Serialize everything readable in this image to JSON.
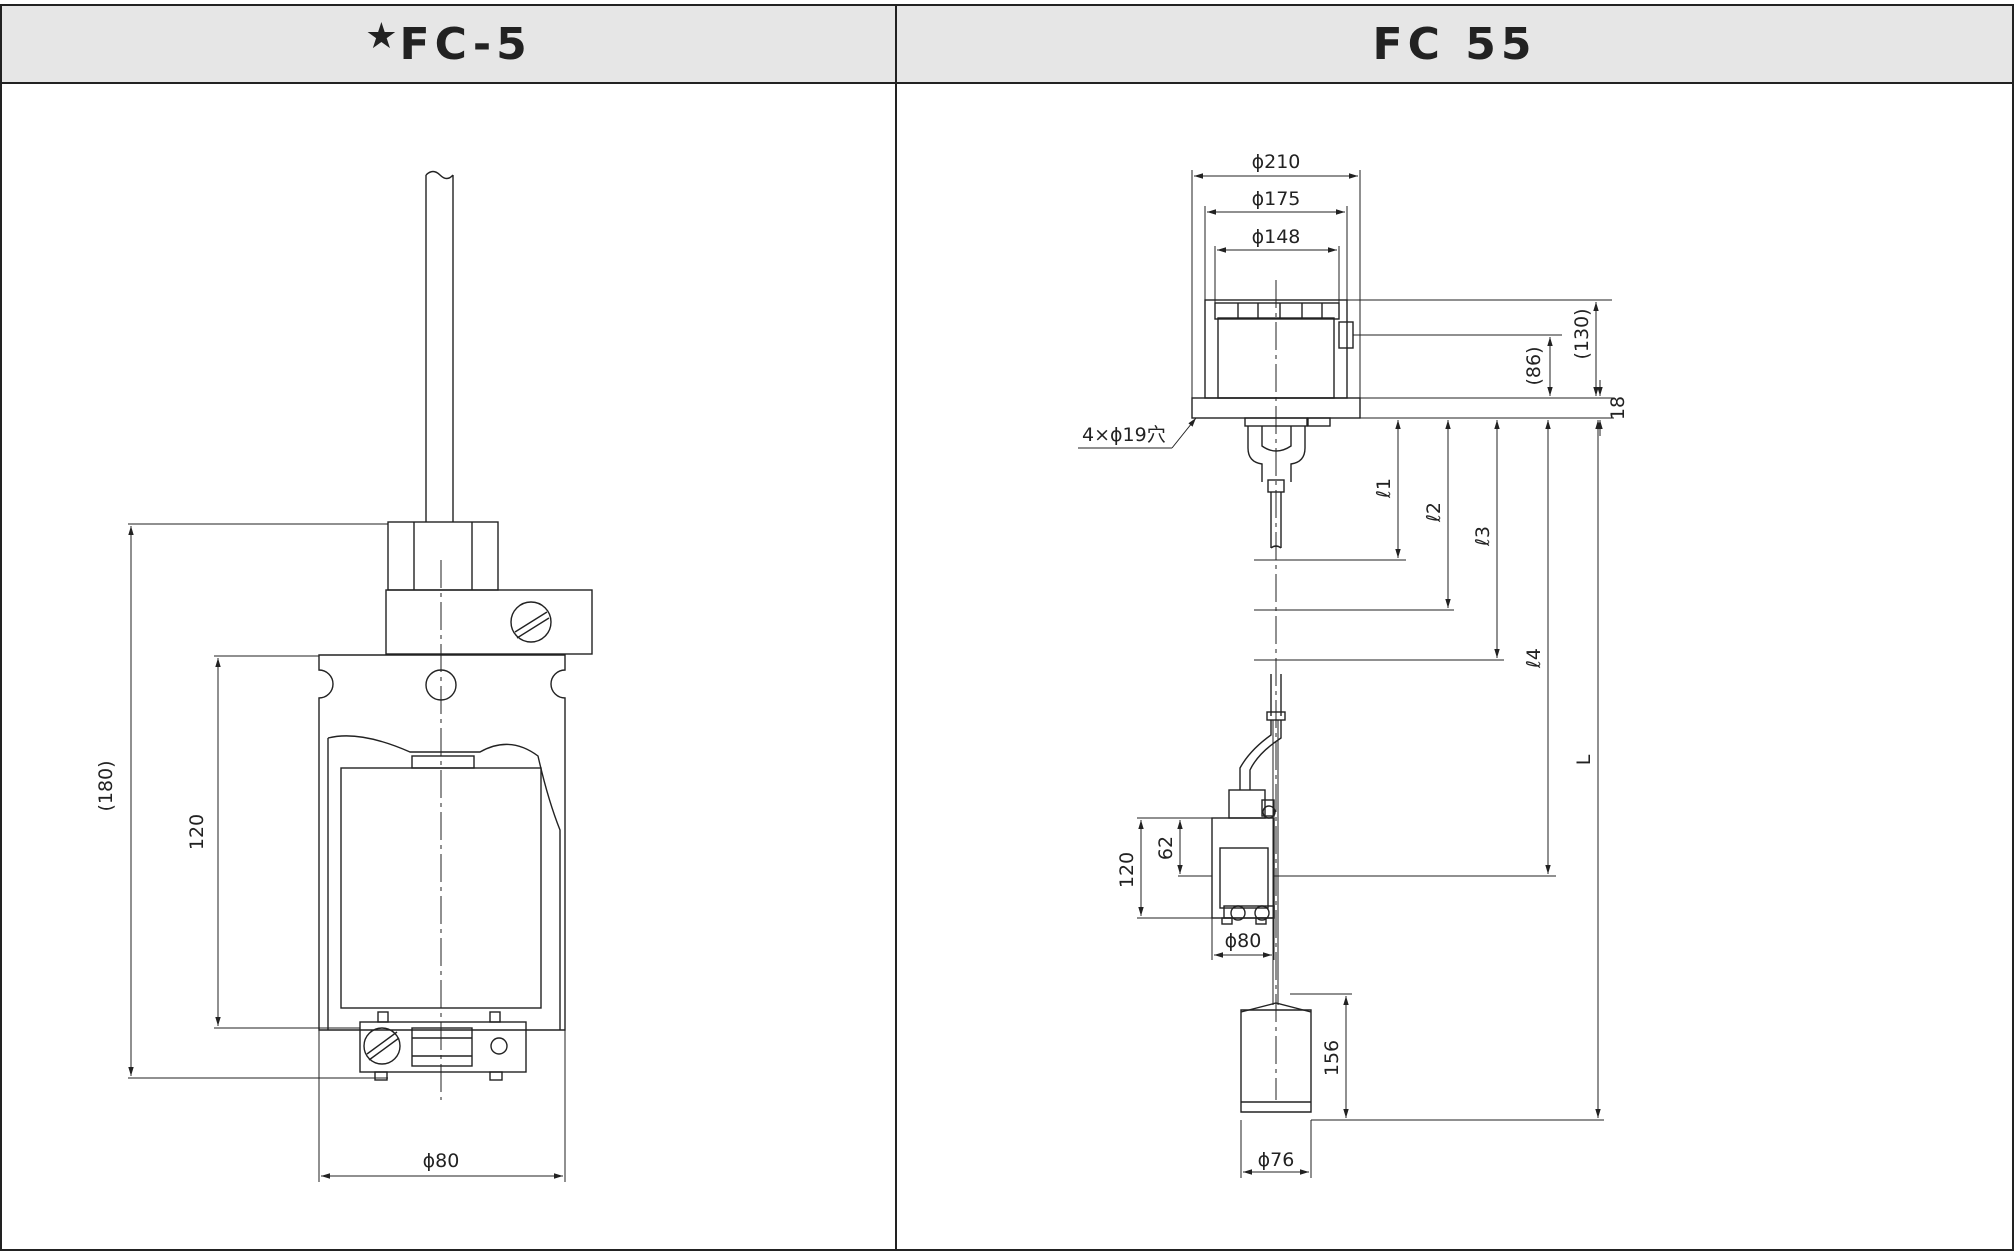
{
  "headers": {
    "left": {
      "star": "★",
      "title": "FC-5"
    },
    "right": {
      "title": "FC 55"
    }
  },
  "fc5": {
    "dim_overall_height": "(180)",
    "dim_body_height": "120",
    "dim_diameter": "ϕ80"
  },
  "fc55": {
    "dim_flange_dia": "ϕ210",
    "dim_bolt_circle": "ϕ175",
    "dim_housing_dia": "ϕ148",
    "dim_height_130": "(130)",
    "dim_height_86": "(86)",
    "dim_plate_18": "18",
    "holes_label": "4×ϕ19穴",
    "l1": "ℓ1",
    "l2": "ℓ2",
    "l3": "ℓ3",
    "l4": "ℓ4",
    "L": "L",
    "switch_height_120": "120",
    "switch_height_62": "62",
    "switch_dia": "ϕ80",
    "weight_height": "156",
    "weight_dia": "ϕ76"
  },
  "colors": {
    "line": "#222222",
    "header_bg": "#e6e6e6"
  }
}
